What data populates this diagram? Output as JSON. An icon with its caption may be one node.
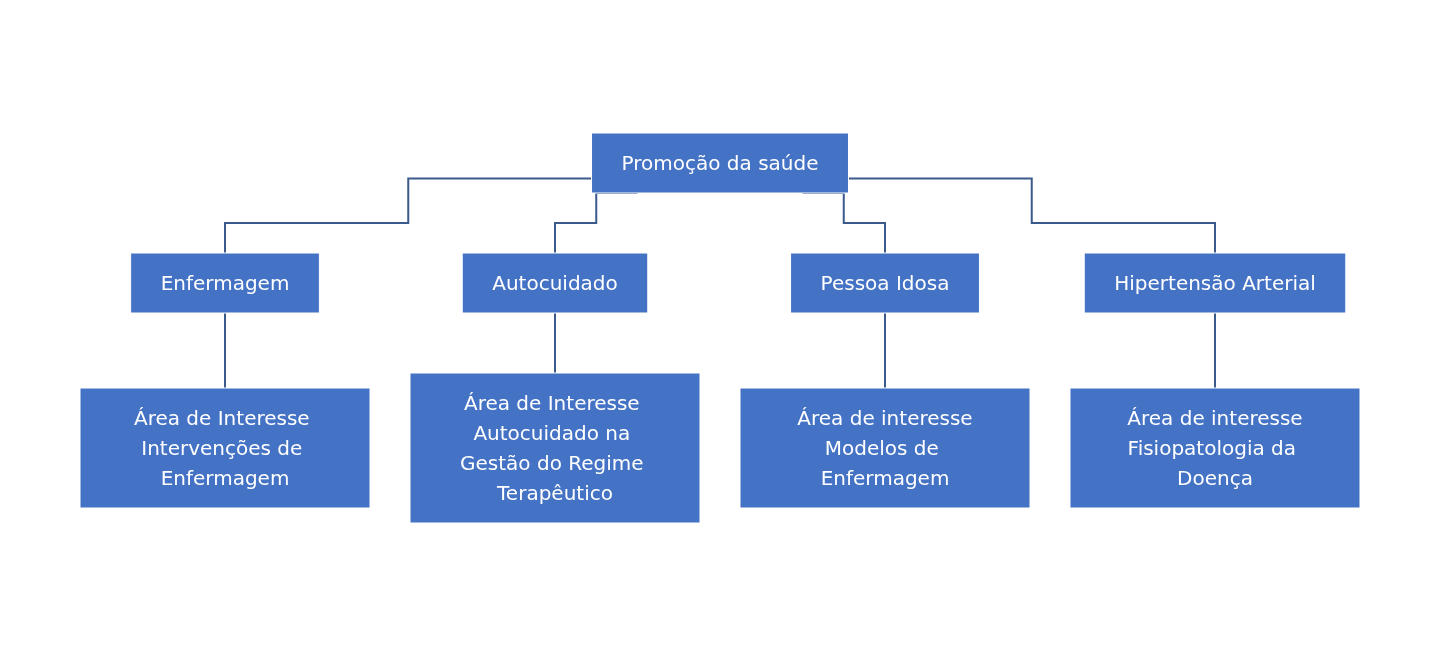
{
  "diagram": {
    "nodes": [
      {
        "text": [
          "Promoção da saúde"
        ]
      },
      {
        "text": [
          "Enfermagem"
        ]
      },
      {
        "text": [
          "Autocuidado"
        ]
      },
      {
        "text": [
          "Pessoa Idosa"
        ]
      },
      {
        "text": [
          "Hipertensão Arterial"
        ]
      },
      {
        "text": [
          "Área de Interesse Intervenções de Enfermagem"
        ]
      },
      {
        "text": [
          "Área de Interesse Autocuidado na Gestão do Regime Terapêutico"
        ]
      },
      {
        "text": [
          "Área de interesse",
          "Modelos de Enfermagem"
        ]
      },
      {
        "text": [
          "Área de interesse",
          "Fisiopatologia da Doença"
        ]
      }
    ],
    "edges": [
      {
        "from": 0,
        "to": 1,
        "arrow": "none"
      },
      {
        "from": 0,
        "to": 2,
        "arrow": "none"
      },
      {
        "from": 0,
        "to": 3,
        "arrow": "none"
      },
      {
        "from": 0,
        "to": 4,
        "arrow": "none"
      },
      {
        "from": 1,
        "to": 5,
        "arrow": "none"
      },
      {
        "from": 2,
        "to": 6,
        "arrow": "none"
      },
      {
        "from": 3,
        "to": 7,
        "arrow": "none"
      },
      {
        "from": 4,
        "to": 8,
        "arrow": "none"
      }
    ]
  }
}
